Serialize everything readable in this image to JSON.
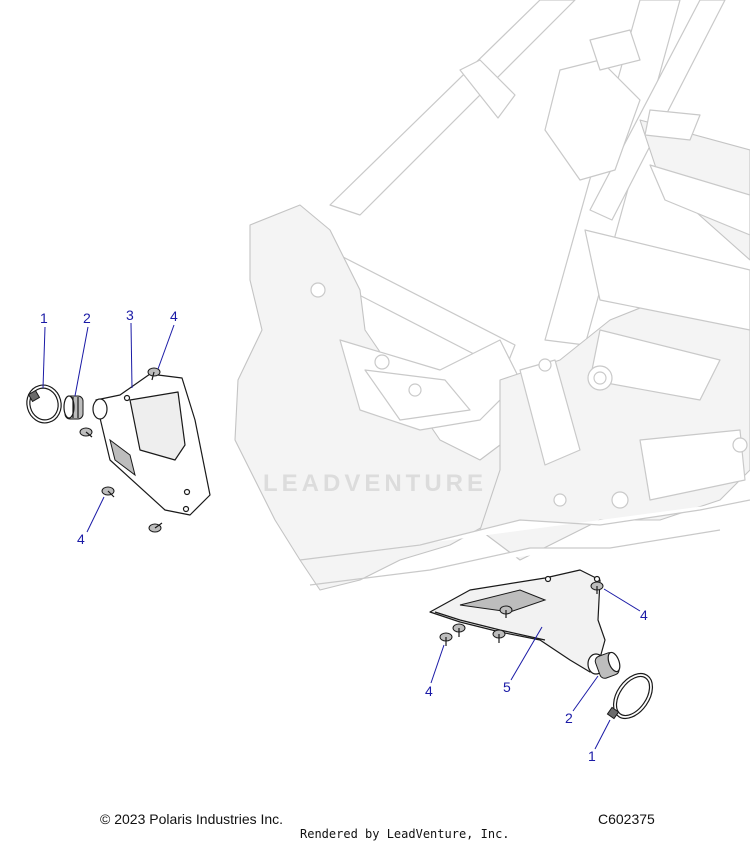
{
  "callouts": {
    "left_clamp": "1",
    "left_grommet": "2",
    "left_duct": "3",
    "left_screw_top": "4",
    "left_screw_bottom": "4",
    "right_screw_top": "4",
    "right_screw_bottom": "4",
    "right_duct": "5",
    "right_grommet": "2",
    "right_clamp": "1"
  },
  "watermark": "LEADVENTURE",
  "footer": {
    "copyright": "© 2023 Polaris Industries Inc.",
    "rendered_by": "Rendered by LeadVenture, Inc.",
    "diagram_id": "C602375"
  },
  "colors": {
    "callout": "#1a1aa6",
    "frame_line": "#c9c9c9",
    "part_line": "#1a1a1a"
  }
}
